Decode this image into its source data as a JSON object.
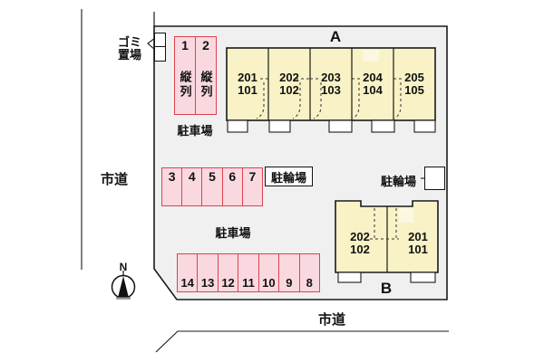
{
  "site": {
    "road_left_label": "市道",
    "road_bottom_label": "市道",
    "north_label": "N",
    "garbage_label": "ゴミ置場",
    "parking_label_upper": "駐車場",
    "parking_label_lower": "駐車場",
    "bicycle_label_a": "駐輪場",
    "bicycle_label_b": "駐輪場",
    "tandem_label": "縦列"
  },
  "building_a": {
    "name": "A",
    "units": [
      {
        "upper": "201",
        "lower": "101"
      },
      {
        "upper": "202",
        "lower": "102"
      },
      {
        "upper": "203",
        "lower": "103"
      },
      {
        "upper": "204",
        "lower": "104"
      },
      {
        "upper": "205",
        "lower": "105"
      }
    ]
  },
  "building_b": {
    "name": "B",
    "units": [
      {
        "upper": "202",
        "lower": "102"
      },
      {
        "upper": "201",
        "lower": "101"
      }
    ]
  },
  "parking_spots": {
    "tandem": [
      "1",
      "2"
    ],
    "middle": [
      "3",
      "4",
      "5",
      "6",
      "7"
    ],
    "bottom": [
      "14",
      "13",
      "12",
      "11",
      "10",
      "9",
      "8"
    ]
  },
  "colors": {
    "site_fill": "#f0f0f0",
    "building_fill": "#f8f2c6",
    "spot_fill": "#f9d9df",
    "spot_border": "#d9434f",
    "line": "#1a1a1a"
  }
}
